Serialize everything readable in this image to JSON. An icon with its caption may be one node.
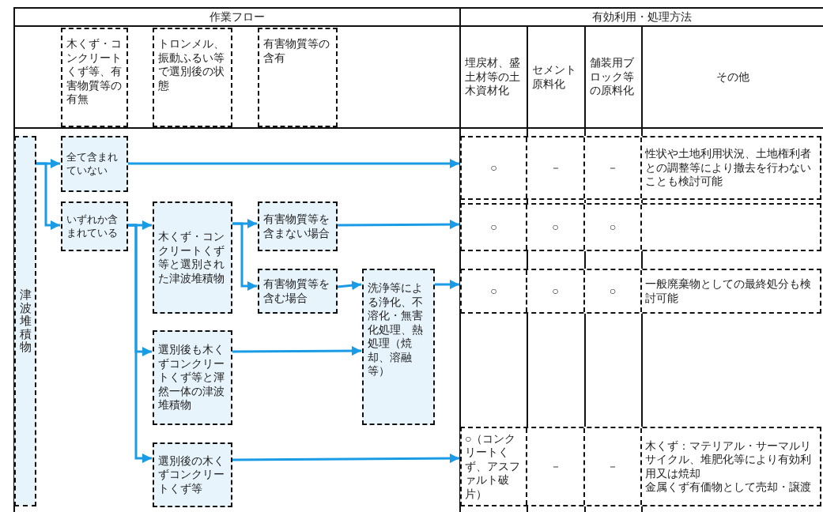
{
  "diagram": {
    "nodes": [
      {
        "text": [
          "木くず・コンクリートくず等、有害物質等の有無"
        ]
      },
      {
        "text": [
          "トロンメル、振動ふるい等で選別後の状態"
        ]
      },
      {
        "text": [
          "有害物質等の含有"
        ]
      },
      {
        "text": [
          "津波堆積物"
        ]
      },
      {
        "text": [
          "全て含まれていない"
        ]
      },
      {
        "text": [
          "いずれか含まれている"
        ]
      },
      {
        "text": [
          "木くず・コンクリートくず等と選別された津波堆積物"
        ]
      },
      {
        "text": [
          "有害物質等を含まない場合"
        ]
      },
      {
        "text": [
          "有害物質等を含む場合"
        ]
      },
      {
        "text": [
          "洗浄等による浄化、不溶化・無害化処理、熱処理（焼却、溶融等）"
        ]
      },
      {
        "text": [
          "選別後も木くずコンクリートくず等と渾然一体の津波堆積物"
        ]
      },
      {
        "text": [
          "選別後の木くずコンクリートくず等"
        ]
      },
      {
        "text": [
          "○",
          "－",
          "－",
          "性状や土地利用状況、土地権利者との調整等により撤去を行わないことも検討可能"
        ]
      },
      {
        "text": [
          "○",
          "○",
          "○"
        ]
      },
      {
        "text": [
          "○",
          "○",
          "○",
          "一般廃棄物としての最終処分も検討可能"
        ]
      },
      {
        "text": [
          "○（コンクリートくず、アスファルト破片）",
          "－",
          "－",
          "木くず：マテリアル・サーマルリサイクル、堆肥化等により有効利用又は焼却",
          "金属くず有価物として売却・譲渡"
        ]
      }
    ],
    "edges": [
      {
        "from": 3,
        "to": 4,
        "arrow": "to"
      },
      {
        "from": 3,
        "to": 5,
        "arrow": "to"
      },
      {
        "from": 4,
        "to": 12,
        "arrow": "to"
      },
      {
        "from": 5,
        "to": 6,
        "arrow": "to"
      },
      {
        "from": 5,
        "to": 10,
        "arrow": "to"
      },
      {
        "from": 5,
        "to": 11,
        "arrow": "to"
      },
      {
        "from": 6,
        "to": 7,
        "arrow": "to"
      },
      {
        "from": 6,
        "to": 8,
        "arrow": "to"
      },
      {
        "from": 7,
        "to": 13,
        "arrow": "to"
      },
      {
        "from": 8,
        "to": 9,
        "arrow": "to"
      },
      {
        "from": 9,
        "to": 14,
        "arrow": "to"
      },
      {
        "from": 10,
        "to": 9,
        "arrow": "to"
      },
      {
        "from": 11,
        "to": 15,
        "arrow": "to"
      }
    ],
    "labels": [
      "作業フロー",
      "有効利用・処理方法",
      "埋戻材、盛土材等の土木資材化",
      "セメント原料化",
      "舗装用ブロック等の原料化",
      "その他"
    ]
  }
}
